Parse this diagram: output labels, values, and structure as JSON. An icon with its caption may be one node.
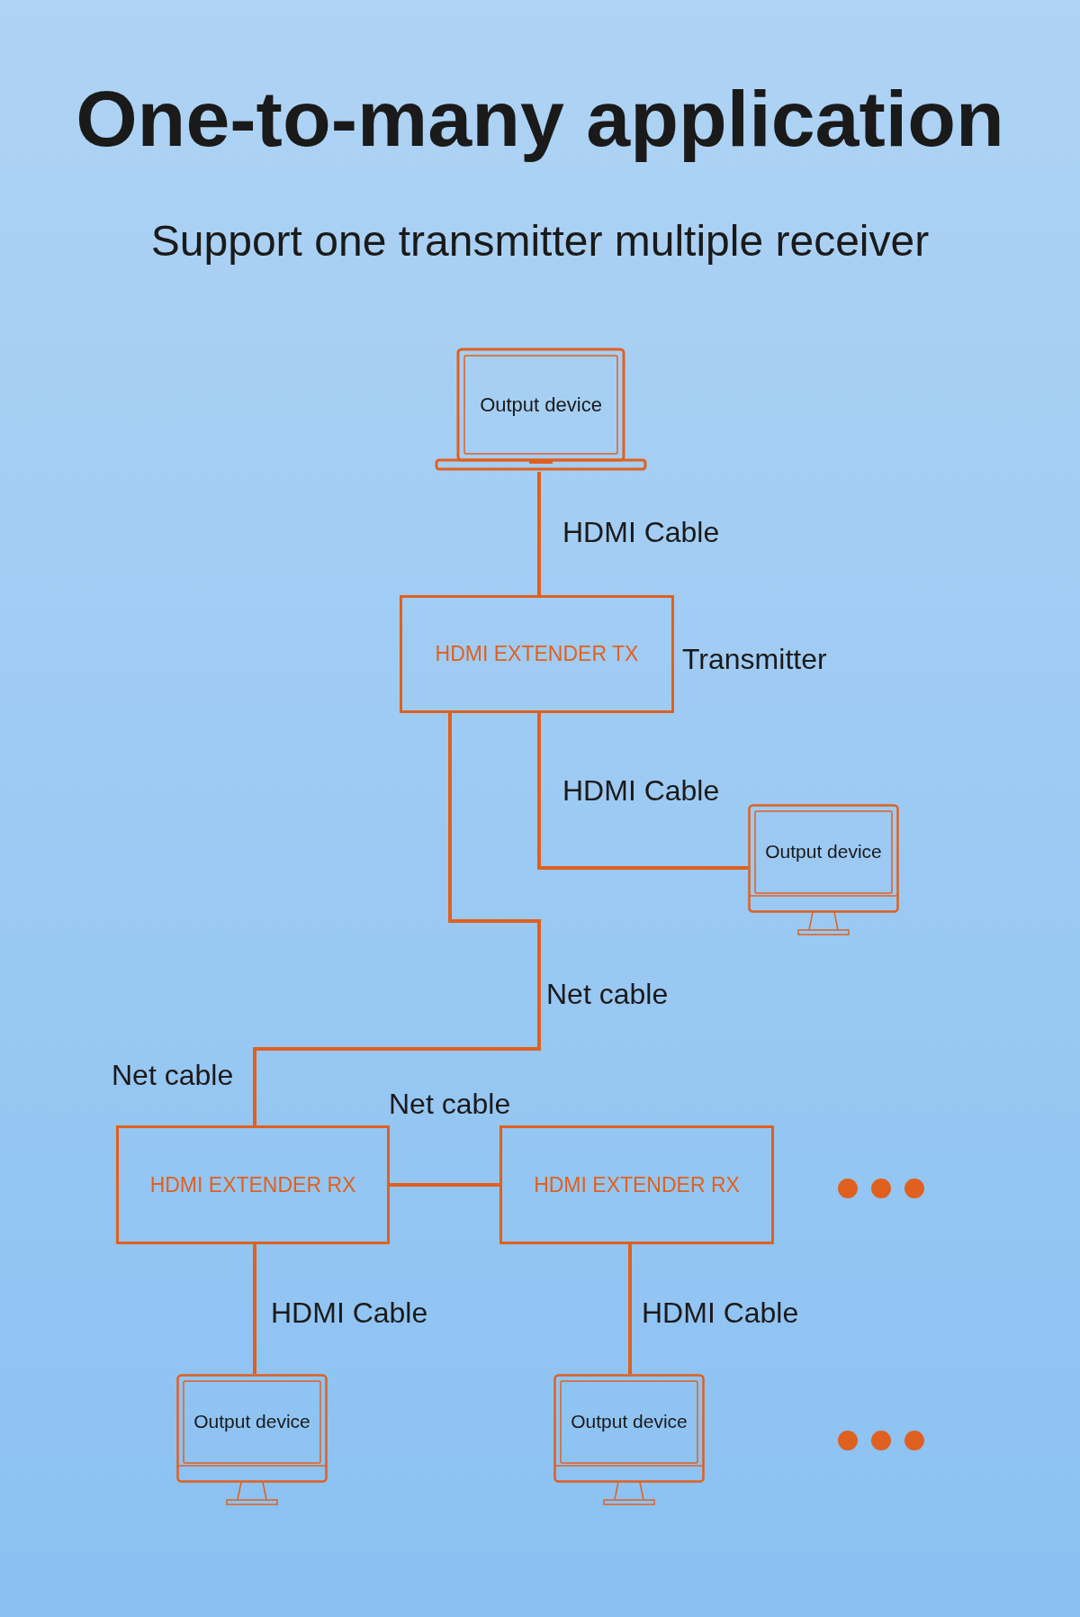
{
  "diagram": {
    "title": "One-to-many application",
    "caption": "Support one transmitter multiple receiver",
    "nodes": [
      {
        "text": [
          "Output device"
        ]
      },
      {
        "text": [
          "HDMI EXTENDER TX"
        ],
        "beside": [
          "Transmitter"
        ]
      },
      {
        "text": [
          "Output device"
        ]
      },
      {
        "text": [
          "HDMI EXTENDER RX"
        ]
      },
      {
        "text": [
          "HDMI EXTENDER RX"
        ]
      },
      {
        "text": [
          "Output device"
        ]
      },
      {
        "text": [
          "Output device"
        ]
      }
    ],
    "edges": [
      {
        "from": 0,
        "to": 1,
        "arrow": "none",
        "label": "HDMI Cable"
      },
      {
        "from": 1,
        "to": 2,
        "arrow": "none",
        "label": "HDMI Cable"
      },
      {
        "from": 1,
        "to": 3,
        "arrow": "none",
        "label": "Net cable"
      },
      {
        "from": 3,
        "to": 4,
        "arrow": "none",
        "label": "Net cable"
      },
      {
        "from": 3,
        "to": 5,
        "arrow": "none",
        "label": "HDMI Cable"
      },
      {
        "from": 4,
        "to": 6,
        "arrow": "none",
        "label": "HDMI Cable"
      }
    ],
    "labels": [
      "Net cable"
    ]
  }
}
